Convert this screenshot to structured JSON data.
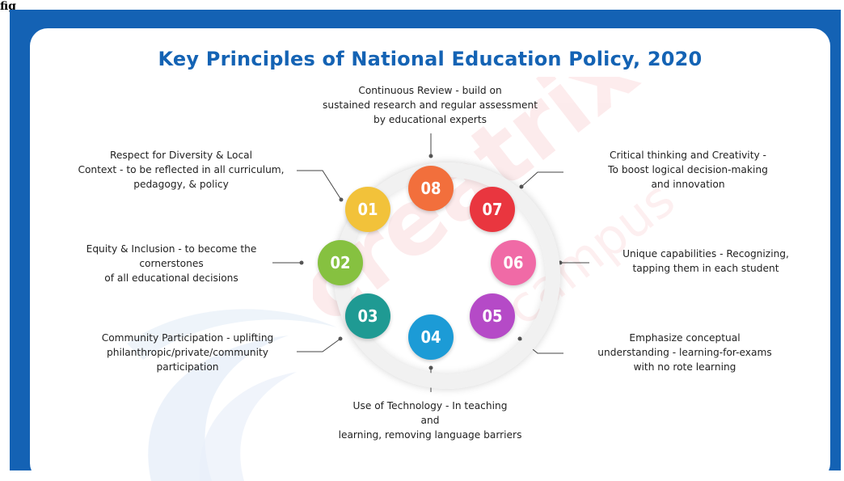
{
  "figure_label": "fig",
  "title": "Key Principles of National Education Policy, 2020",
  "watermark": {
    "brand": "creatrix",
    "sub": "campus"
  },
  "colors": {
    "frame": "#1462b4",
    "title": "#1463b4",
    "node_01": "#f2c23a",
    "node_02": "#86c140",
    "node_03": "#1f9a93",
    "node_04": "#1c9bd6",
    "node_05": "#b54ac7",
    "node_06": "#f06aa6",
    "node_07": "#e9363f",
    "node_08": "#f26f3c"
  },
  "principles": [
    {
      "number": "01",
      "text": "Respect for Diversity & Local\nContext - to be reflected in all curriculum,\npedagogy, & policy"
    },
    {
      "number": "02",
      "text": "Equity & Inclusion - to become the\ncornerstones\nof all educational decisions"
    },
    {
      "number": "03",
      "text": "Community Participation - uplifting\nphilanthropic/private/community\nparticipation"
    },
    {
      "number": "04",
      "text": "Use of Technology - In teaching\nand\nlearning, removing language barriers"
    },
    {
      "number": "05",
      "text": "Emphasize conceptual\nunderstanding - learning-for-exams\nwith no rote learning"
    },
    {
      "number": "06",
      "text": "Unique capabilities - Recognizing,\ntapping them in each student"
    },
    {
      "number": "07",
      "text": "Critical thinking and Creativity -\nTo boost logical decision-making\nand innovation"
    },
    {
      "number": "08",
      "text": "Continuous Review - build on\nsustained research and regular assessment\nby educational experts"
    }
  ]
}
